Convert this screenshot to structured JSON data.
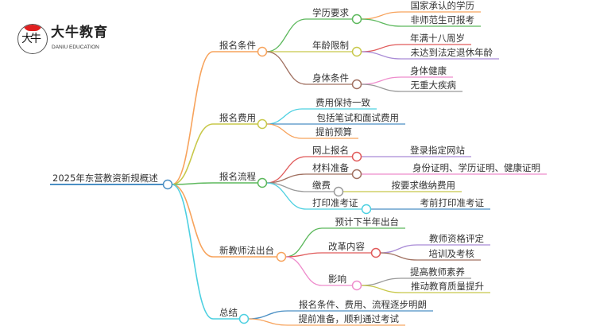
{
  "logo": {
    "mark": "大牛",
    "name": "大牛教育",
    "subtitle": "DANIU EDUCATION"
  },
  "root": {
    "label": "2025年东营教资新规概述",
    "color": "#4a8fc4"
  },
  "branches": [
    {
      "label": "报名条件",
      "color": "#f7a35c",
      "children": [
        {
          "label": "学历要求",
          "color": "#5cb85c",
          "children": [
            {
              "label": "国家承认的学历",
              "color": "#f7a35c"
            },
            {
              "label": "非师范生可报考",
              "color": "#5cb85c"
            }
          ]
        },
        {
          "label": "年龄限制",
          "color": "#c8c84a",
          "children": [
            {
              "label": "年满十八周岁",
              "color": "#e05a5a"
            },
            {
              "label": "未达到法定退休年龄",
              "color": "#a98bd6"
            }
          ]
        },
        {
          "label": "身体条件",
          "color": "#a07060",
          "children": [
            {
              "label": "身体健康",
              "color": "#ee8ccc"
            },
            {
              "label": "无重大疾病",
              "color": "#999999"
            }
          ]
        }
      ]
    },
    {
      "label": "报名费用",
      "color": "#c8c84a",
      "children": [
        {
          "label": "费用保持一致",
          "color": "#4dd0e1"
        },
        {
          "label": "包括笔试和面试费用",
          "color": "#4a8fc4"
        },
        {
          "label": "提前预算",
          "color": "#f7a35c"
        }
      ]
    },
    {
      "label": "报名流程",
      "color": "#5cb85c",
      "children": [
        {
          "label": "网上报名",
          "color": "#e05a5a",
          "children": [
            {
              "label": "登录指定网站",
              "color": "#a98bd6"
            }
          ]
        },
        {
          "label": "材料准备",
          "color": "#a07060",
          "children": [
            {
              "label": "身份证明、学历证明、健康证明",
              "color": "#ee8ccc"
            }
          ]
        },
        {
          "label": "缴费",
          "color": "#999999",
          "children": [
            {
              "label": "按要求缴纳费用",
              "color": "#c8c84a"
            }
          ]
        },
        {
          "label": "打印准考证",
          "color": "#4dd0e1",
          "children": [
            {
              "label": "考前打印准考证",
              "color": "#4a8fc4"
            }
          ]
        }
      ]
    },
    {
      "label": "新教师法出台",
      "color": "#f7a35c",
      "children": [
        {
          "label": "预计下半年出台",
          "color": "#5cb85c"
        },
        {
          "label": "改革内容",
          "color": "#e05a5a",
          "children": [
            {
              "label": "教师资格评定",
              "color": "#a98bd6"
            },
            {
              "label": "培训及考核",
              "color": "#a07060"
            }
          ]
        },
        {
          "label": "影响",
          "color": "#ee8ccc",
          "children": [
            {
              "label": "提高教师素养",
              "color": "#999999"
            },
            {
              "label": "推动教育质量提升",
              "color": "#c8c84a"
            }
          ]
        }
      ]
    },
    {
      "label": "总结",
      "color": "#4dd0e1",
      "children": [
        {
          "label": "报名条件、费用、流程逐步明朗",
          "color": "#4a8fc4"
        },
        {
          "label": "提前准备，顺利通过考试",
          "color": "#f7a35c"
        }
      ]
    }
  ]
}
